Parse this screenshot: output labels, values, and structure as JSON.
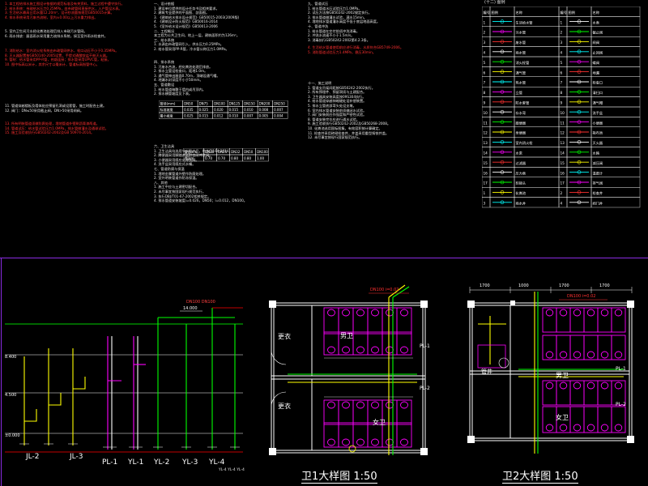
{
  "drawing": {
    "background": "#000000",
    "frame_color": "#8a2be2",
    "line_colors": {
      "white": "#ffffff",
      "red": "#ff2020",
      "green": "#00d000",
      "yellow": "#ffff00",
      "magenta": "#ff00ff",
      "cyan": "#00ffff"
    }
  },
  "notes": {
    "col1_red_a": "1. 本工程给排水施工图设计依据的规范标准及有关资料，施工过程中遵守执行。\n2. 给水系统：市政给水压力0.25MPa，由市政管网直接供水，入户管设水表。\n3. 生活给水最高日用水量12.20m³，设计秒流量按规范GB50015计算。\n4. 排水系统采用污废合流制，室内±0.00以上污水重力排出。",
    "col1_white_a": "5. 室内卫生间污水经化粪池处理后排入市政污水管网。\n6. 雨水排放：屋面雨水采用重力流排水系统，接至室外雨水检查井。",
    "col1_red_b": "7. 消防给水：室内消火栓系统由市政管网供水，栓口动压不小于0.35MPa。\n8. 灭火器配置按GB50140-2005设置，手提式磷酸铵盐干粉灭火器。\n9. 管材：给水管采用PP-R管，热熔连接；排水管采用UPVC管，粘接。\n10. 图中标高以米计，其余尺寸以毫米计，管道标高指管中心。",
    "col1_white_b": "11. 管道穿越楼板及墙体处应预留孔洞或设套管，施工时配合土建。\n12. 阀门：DN≤50采用截止阀，DN>50采用闸阀。",
    "col1_red_c": "13. 所有明装管道须做防腐处理，埋地管道外壁刷沥青漆两道。\n14. 管道试压：给水管试验压力1.0MPa，排水管做灌水及通球试验。\n15. 施工及验收执行GB50242-2002及GB 50974-2014。",
    "col2_a": "一、设计依据\n1. 建设单位提供的设计任务书及相关要求。\n2. 建筑专业提供的平面图、剖面图。\n3. 《建筑给水排水设计规范》GB50015-2003(2009版)\n4. 《建筑设计防火规范》GB50016-2014\n5. 《室外给水设计规范》GB50013-2006\n二、工程概况\n本工程为公共卫生间，地上一层，建筑面积约为126m²。\n三、给水系统\n1. 水源由市政管网引入，供水压力0.25MPa。\n2. 给水管采用PP-R管，冷水管公称压力1.0MPa。",
    "col2_b": "四、排水系统\n1. 污废水合流，经化粪池处理后排放。\n2. 排水立管设检查口，距地1.0m。\n3. 通气管伸出屋面0.70m，顶端设通气帽。\n4. 地漏水封深度不小于50mm。\n五、管道敷设\n1. 给水管道暗敷于墙内或吊顶内。\n2. 排水横管坡度见下表。",
    "col2_c": "六、卫生洁具\n1. 卫生洁具均选用节水型产品，符合CJ164-2014。\n2. 蹲便器采用脚踏式延时自闭冲洗阀。\n3. 小便器采用感应式冲洗阀。\n4. 洗手盆采用感应式水嘴。\n七、管道防腐与保温\n1. 埋地金属管道外壁作防腐处理。\n2. 室外明装管道作防冻保温。\n八、其他\n1. 施工中应与土建密切配合。\n2. 未尽事宜按国家现行规范执行。\n3. 执行DBJ/T01-67-2002相关规定。\n4. 排水管道安装坡度i=0.026，DN50；i=0.012，DN100。",
    "col3_a": "九、管道试压\n1. 给水管道水压试验压力1.0MPa。\n2. 试压方法按GB50242-2002规定执行。\n3. 排水管道做灌水试验，满水15min。\n4. 埋地排水管道灌水高度不低于底层地面高度。\n十、管道冲洗\n1. 给水管道在交付前须冲洗消毒。\n2. 冲洗水流速不小于1.5m/s。\n3. 消毒执行GB50242-2002第4.2.3条。",
    "col3_red": "4. 生活给水管道使用前应进行消毒，水质符合GB5749-2006。\n5. 消防管道试验压力1.4MPa，稳压30min。",
    "col3_b": "十一、施工说明\n1. 管道支吊架间距按GB50242-2002执行。\n2. 所有预埋件、预留洞须与土建配合。\n3. 卫生器具安装高度按09S304执行。\n4. 给水管道穿越伸缩缝处设补偿装置。\n5. 排水立管底部弯头处设支墩。\n6. 室内排水管道安装前须做闭水试验。\n7. 阀门安装前应作强度和严密性试验。\n8. 管道安装完毕应进行通水试验。\n9. 施工验收执行GB50242-2002及GB50268-2008。\n10. 化粪池选用国标图集，有效容积按计算确定。\n11. 检查井采用砖砌检查井，井盖采用重型铸铁井盖。\n12. 未尽事宜按现行国家规范执行。"
  },
  "tables": {
    "pipe_slope": {
      "headers": [
        "管径(mm)",
        "DN50",
        "DN75",
        "DN100",
        "DN125",
        "DN150",
        "DN200",
        "DN250"
      ],
      "rows": [
        [
          "标准坡度",
          "0.035",
          "0.025",
          "0.020",
          "0.015",
          "0.010",
          "0.008",
          "0.007"
        ],
        [
          "最小坡度",
          "0.025",
          "0.015",
          "0.012",
          "0.010",
          "0.007",
          "0.005",
          "0.004"
        ]
      ]
    },
    "pipe_depth": {
      "headers": [
        "管径mm",
        "DN20",
        "DN25",
        "DN32",
        "DN50",
        "DN100"
      ],
      "rows": [
        [
          "埋深m",
          "0.70",
          "0.70",
          "0.80",
          "0.80",
          "1.00"
        ]
      ]
    }
  },
  "legend": {
    "title": "(十二) 图例",
    "headers": [
      "编号",
      "图例",
      "名称",
      "编号",
      "图例",
      "名称"
    ],
    "rows": [
      [
        "1",
        "给水管",
        "生活给水管",
        "1",
        "冷水",
        "水表"
      ],
      [
        "2",
        "污水管",
        "污水管",
        "2",
        "阀门",
        "截止阀"
      ],
      [
        "3",
        "废水管",
        "废水管",
        "3",
        "闸阀",
        "闸阀"
      ],
      [
        "4",
        "雨水管",
        "雨水管",
        "4",
        "止回阀",
        "止回阀"
      ],
      [
        "5",
        "消防管",
        "消火栓管",
        "5",
        "蝶阀",
        "蝶阀"
      ],
      [
        "6",
        "通气管",
        "通气管",
        "6",
        "地漏",
        "地漏"
      ],
      [
        "7",
        "热水管",
        "热水管",
        "7",
        "检查口",
        "检查口"
      ],
      [
        "8",
        "立管",
        "立管",
        "8",
        "清扫口",
        "清扫口"
      ],
      [
        "9",
        "套管",
        "防水套管",
        "9",
        "通气帽",
        "通气帽"
      ],
      [
        "10",
        "存水弯",
        "存水弯",
        "10",
        "洗手盆",
        "洗手盆"
      ],
      [
        "11",
        "蹲便器",
        "蹲便器",
        "11",
        "小便器",
        "小便器"
      ],
      [
        "12",
        "坐便器",
        "坐便器",
        "12",
        "拖布池",
        "拖布池"
      ],
      [
        "13",
        "消火栓",
        "室内消火栓",
        "13",
        "灭火器",
        "灭火器"
      ],
      [
        "14",
        "水泵",
        "水泵",
        "14",
        "水箱",
        "水箱"
      ],
      [
        "15",
        "过滤器",
        "过滤器",
        "15",
        "减压阀",
        "减压阀"
      ],
      [
        "16",
        "压力表",
        "压力表",
        "16",
        "温度计",
        "温度计"
      ],
      [
        "17",
        "软接头",
        "软接头",
        "17",
        "排气阀",
        "排气阀"
      ],
      [
        "1",
        "化粪池",
        "化粪池",
        "2",
        "检查井",
        "检查井"
      ],
      [
        "3",
        "雨水井",
        "雨水井",
        "4",
        "阀门井",
        "阀门井"
      ]
    ]
  },
  "riser_diagram": {
    "labels": [
      "JL-2",
      "JL-3",
      "PL-1",
      "YL-1",
      "YL-2",
      "YL-3",
      "YL-4"
    ],
    "note": "YL-4 YL-4 YL-4"
  },
  "plan1": {
    "title": "卫1大样图  1:50",
    "rooms": [
      "男卫",
      "女卫",
      "更衣",
      "更衣"
    ],
    "risers": [
      "PL-1",
      "PL-2"
    ]
  },
  "plan2": {
    "title": "卫2大样图  1:50",
    "rooms": [
      "男卫",
      "女卫",
      "管井"
    ],
    "risers": [
      "PL-1",
      "PL-2"
    ],
    "dims": [
      "1700",
      "1000",
      "1700",
      "1700"
    ]
  }
}
